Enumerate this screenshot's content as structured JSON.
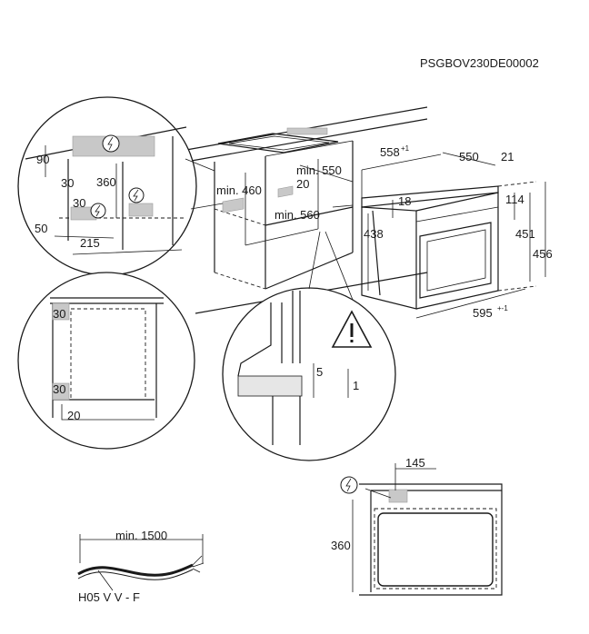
{
  "doc_code": "PSGBOV230DE00002",
  "dimensions": {
    "d558": "558",
    "d558_sup": "+1",
    "d550": "550",
    "d21": "21",
    "d18": "18",
    "d114": "114",
    "d438": "438",
    "d451": "451",
    "d456": "456",
    "d595": "595",
    "d595_sup": "+-1",
    "min550": "min. 550",
    "min460": "min. 460",
    "min560": "min. 560",
    "d20_top": "20",
    "c1_90": "90",
    "c1_30a": "30",
    "c1_360": "360",
    "c1_30b": "30",
    "c1_50": "50",
    "c1_215": "215",
    "c2_30a": "30",
    "c2_30b": "30",
    "c2_20": "20",
    "c3_5": "5",
    "c3_1": "1",
    "b_145": "145",
    "b_360": "360",
    "cable_min": "min. 1500",
    "cable_type": "H05 V V - F"
  },
  "icons": [
    "electric-bolt-icon",
    "warning-triangle-icon"
  ]
}
